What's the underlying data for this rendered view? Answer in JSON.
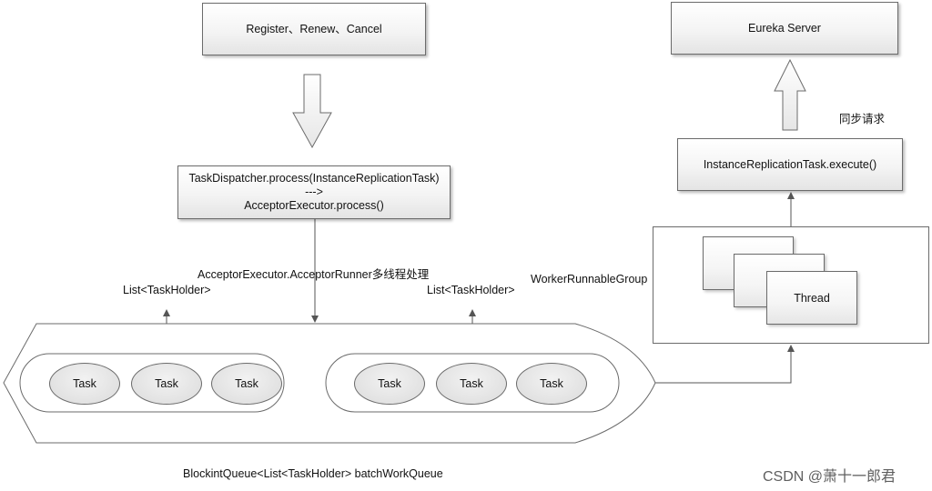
{
  "top_box": {
    "label": "Register、Renew、Cancel"
  },
  "eureka_server": {
    "label": "Eureka Server"
  },
  "sync_label": "同步请求",
  "replication_task": {
    "label": "InstanceReplicationTask.execute()"
  },
  "dispatcher": {
    "line1": "TaskDispatcher.process(InstanceReplicationTask)",
    "line2": "--->",
    "line3": "AcceptorExecutor.process()"
  },
  "acceptor_runner_label": "AcceptorExecutor.AcceptorRunner多线程处理",
  "worker_group_label": "WorkerRunnableGroup",
  "thread_label": "Thread",
  "list_left_label": "List<TaskHolder>",
  "list_right_label": "List<TaskHolder>",
  "task_groups": [
    {
      "tasks": [
        "Task",
        "Task",
        "Task"
      ]
    },
    {
      "tasks": [
        "Task",
        "Task",
        "Task"
      ]
    }
  ],
  "queue_label": "BlockintQueue<List<TaskHolder> batchWorkQueue",
  "watermark": "CSDN @萧十一郎君",
  "colors": {
    "stroke": "#6b6b6b",
    "box_fill_top": "#ffffff",
    "box_fill_bottom": "#e4e4e4",
    "task_fill": "#e2e2e2",
    "watermark": "#5f5f5f"
  }
}
